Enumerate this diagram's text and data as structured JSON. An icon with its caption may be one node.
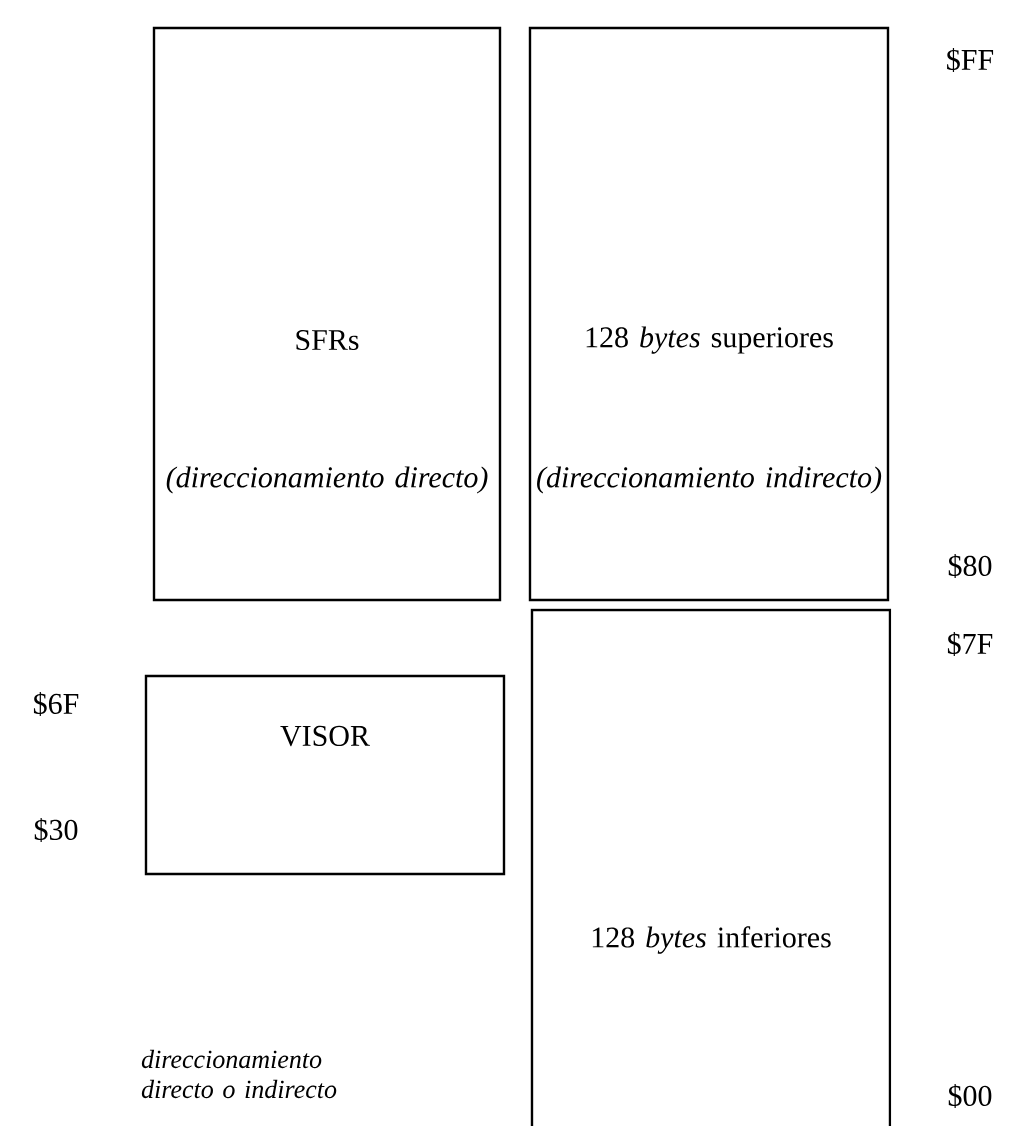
{
  "diagram": {
    "nodes": [
      {
        "text": [
          "SFRs",
          "(direccionamiento directo)"
        ]
      },
      {
        "text": [
          "128 *bytes* superiores",
          "(direccionamiento indirecto)"
        ]
      },
      {
        "text": [
          "VISOR"
        ]
      },
      {
        "text": [
          "128 *bytes* inferiores"
        ]
      }
    ],
    "labels": [
      "$FF",
      "$80",
      "$7F",
      "$6F",
      "$30",
      "direccionamiento directo o indirecto",
      "$00"
    ]
  }
}
